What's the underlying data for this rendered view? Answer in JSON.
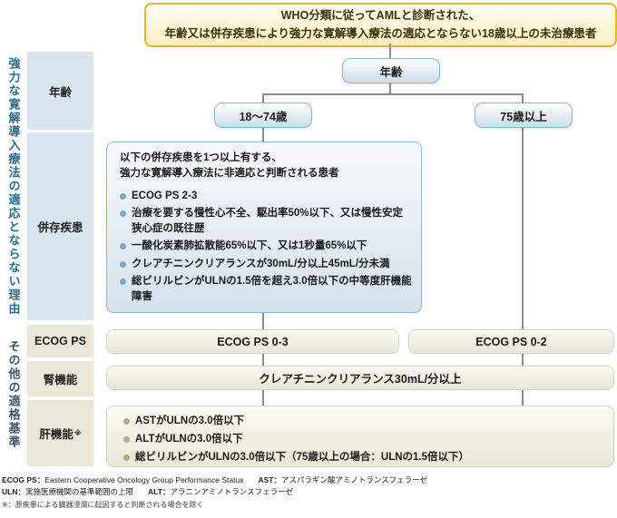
{
  "top_box": {
    "line1": "WHO分類に従ってAMLと診断された、",
    "line2": "年齢又は併存疾患により強力な寛解導入療法の適応とならない18歳以上の未治療患者"
  },
  "side_labels": {
    "reason": "強力な寛解導入療法の適応とならない理由",
    "other": "その他の適格基準"
  },
  "row_labels": {
    "age": "年齢",
    "comorbidity": "併存疾患",
    "ecog": "ECOG PS",
    "renal": "腎機能",
    "hepatic": "肝機能",
    "hepatic_note_mark": "※"
  },
  "nodes": {
    "age": "年齢",
    "age_18_74": "18～74歳",
    "age_75_plus": "75歳以上"
  },
  "comorbidity_box": {
    "header_line1": "以下の併存疾患を1つ以上有する、",
    "header_line2": "強力な寛解導入療法に非適応と判断される患者",
    "bullets": [
      "ECOG PS 2-3",
      "治療を要する慢性心不全、駆出率50%以下、又は慢性安定狭心症の既往歴",
      "一酸化炭素肺拡散能65%以下、又は1秒量65%以下",
      "クレアチニンクリアランスが30mL/分以上45mL/分未満",
      "総ビリルビンがULNの1.5倍を超え3.0倍以下の中等度肝機能障害"
    ]
  },
  "ecog_boxes": {
    "left": "ECOG PS 0-3",
    "right": "ECOG PS 0-2"
  },
  "renal_box": {
    "label": "クレアチニンクリアランス30mL/分以上"
  },
  "hepatic_box": {
    "bullets": [
      "ASTがULNの3.0倍以下",
      "ALTがULNの3.0倍以下",
      "総ビリルビンがULNの3.0倍以下（75歳以上の場合：ULNの1.5倍以下）"
    ]
  },
  "footnotes": {
    "line1": [
      {
        "abbr": "ECOG PS：",
        "text": "Eastern Cooperative Oncology Group Performance Status"
      },
      {
        "abbr": "AST：",
        "text": "アスパラギン酸アミノトランスフェラーゼ"
      }
    ],
    "line2": [
      {
        "abbr": "ULN：",
        "text": "実施医療機関の基準範囲の上限"
      },
      {
        "abbr": "ALT：",
        "text": "アラニンアミノトランスフェラーゼ"
      }
    ],
    "line3": "※：原疾患による臓器浸潤に起因すると判断される場合を除く"
  },
  "colors": {
    "top_box_border": "#e8b52e",
    "node_border": "#8fb4d0",
    "label_blue_bg": "#d9e6ef",
    "label_beige_bg": "#ebe8d9",
    "bullet_blue": "#7fa6c9",
    "bullet_olive": "#aeae85",
    "connector_gray": "#8c8c8c",
    "side_label_reason": "#2a6a8e",
    "side_label_other": "#3c566e"
  }
}
